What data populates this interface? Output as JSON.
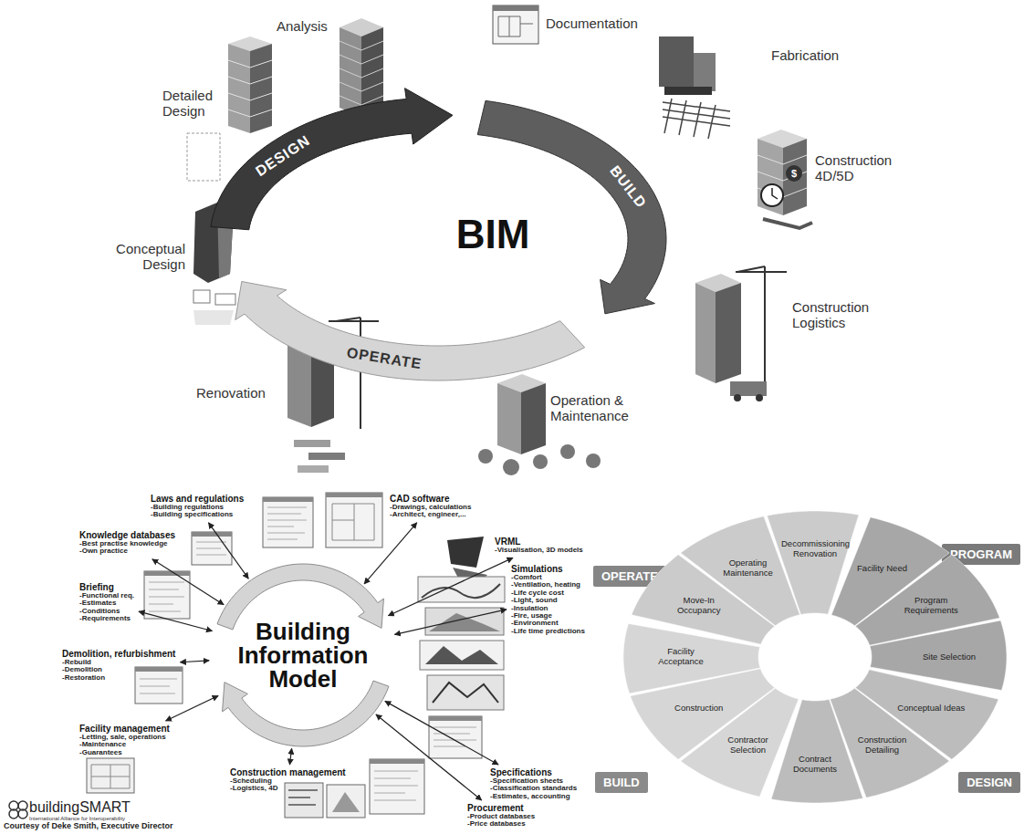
{
  "diagram": {
    "nodes": [
      {
        "text": [
          "DESIGN"
        ]
      },
      {
        "text": [
          "BUILD"
        ]
      },
      {
        "text": [
          "OPERATE"
        ]
      },
      {
        "text": [
          "Building Information Model"
        ]
      },
      {
        "text": [
          "Laws and regulations",
          "-Building regulations",
          "-Building specifications"
        ]
      },
      {
        "text": [
          "CAD software",
          "-Drawings, calculations",
          "-Architect, engineer,..."
        ]
      },
      {
        "text": [
          "VRML",
          "-Visualisation, 3D models"
        ]
      },
      {
        "text": [
          "Simulations",
          "-Comfort",
          "-Ventilation, heating",
          "-Life cycle cost",
          "-Light, sound",
          "-Insulation",
          "-Fire, usage",
          "-Environment",
          "-Life time predictions"
        ]
      },
      {
        "text": [
          "Specifications",
          "-Specification sheets",
          "-Classification standards",
          "-Estimates, accounting"
        ]
      },
      {
        "text": [
          "Procurement",
          "-Product databases",
          "-Price databases"
        ]
      },
      {
        "text": [
          "Construction management",
          "-Scheduling",
          "-Logistics, 4D"
        ]
      },
      {
        "text": [
          "Facility management",
          "-Letting, sale, operations",
          "-Maintenance",
          "-Guarantees"
        ]
      },
      {
        "text": [
          "Demolition, refurbishment",
          "-Rebuild",
          "-Demolition",
          "-Restoration"
        ]
      },
      {
        "text": [
          "Briefing",
          "-Functional req.",
          "-Estimates",
          "-Conditions",
          "-Requirements"
        ]
      },
      {
        "text": [
          "Knowledge databases",
          "-Best practise knowledge",
          "-Own practice"
        ]
      },
      {
        "text": [
          "OPERATE"
        ]
      },
      {
        "text": [
          "PROGRAM"
        ]
      },
      {
        "text": [
          "BUILD"
        ]
      },
      {
        "text": [
          "DESIGN"
        ]
      },
      {
        "text": [
          "Decommissioning Renovation"
        ]
      },
      {
        "text": [
          "Facility Need"
        ]
      },
      {
        "text": [
          "Program Requirements"
        ]
      },
      {
        "text": [
          "Site Selection"
        ]
      },
      {
        "text": [
          "Conceptual Ideas"
        ]
      },
      {
        "text": [
          "Construction Detailing"
        ]
      },
      {
        "text": [
          "Contract Documents"
        ]
      },
      {
        "text": [
          "Contractor Selection"
        ]
      },
      {
        "text": [
          "Construction"
        ]
      },
      {
        "text": [
          "Facility Acceptance"
        ]
      },
      {
        "text": [
          "Move-In Occupancy"
        ]
      },
      {
        "text": [
          "Operating Maintenance"
        ]
      }
    ],
    "edges": [
      {
        "from": 3,
        "to": 4,
        "arrow": "both"
      },
      {
        "from": 3,
        "to": 5,
        "arrow": "both"
      },
      {
        "from": 3,
        "to": 6,
        "arrow": "both"
      },
      {
        "from": 3,
        "to": 7,
        "arrow": "both"
      },
      {
        "from": 3,
        "to": 8,
        "arrow": "both"
      },
      {
        "from": 3,
        "to": 9,
        "arrow": "both"
      },
      {
        "from": 3,
        "to": 10,
        "arrow": "both"
      },
      {
        "from": 3,
        "to": 11,
        "arrow": "both"
      },
      {
        "from": 3,
        "to": 12,
        "arrow": "both"
      },
      {
        "from": 3,
        "to": 13,
        "arrow": "both"
      },
      {
        "from": 3,
        "to": 14,
        "arrow": "both"
      }
    ],
    "labels": [
      "BIM",
      "Analysis",
      "Documentation",
      "Fabrication",
      "Construction 4D/5D",
      "Construction Logistics",
      "Operation & Maintenance",
      "Renovation",
      "Conceptual Design",
      "Detailed Design",
      "$",
      "buildingSMART",
      "International Alliance for Interoperability",
      "Courtesy of Deke Smith, Executive Director"
    ]
  }
}
